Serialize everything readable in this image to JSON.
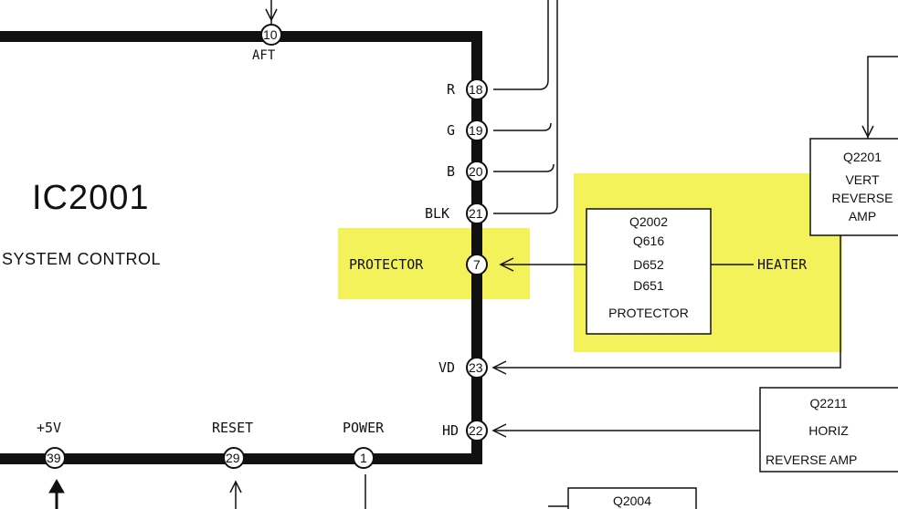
{
  "ic": {
    "title": "IC2001",
    "subtitle": "SYSTEM CONTROL"
  },
  "pins": [
    {
      "id": "aft",
      "number": "10",
      "label": "AFT"
    },
    {
      "id": "r",
      "number": "18",
      "label": "R"
    },
    {
      "id": "g",
      "number": "19",
      "label": "G"
    },
    {
      "id": "b",
      "number": "20",
      "label": "B"
    },
    {
      "id": "blk",
      "number": "21",
      "label": "BLK"
    },
    {
      "id": "protector",
      "number": "7",
      "label": "PROTECTOR"
    },
    {
      "id": "vd",
      "number": "23",
      "label": "VD"
    },
    {
      "id": "hd",
      "number": "22",
      "label": "HD"
    },
    {
      "id": "plus5v",
      "number": "39",
      "label": "+5V"
    },
    {
      "id": "reset",
      "number": "29",
      "label": "RESET"
    },
    {
      "id": "power",
      "number": "1",
      "label": "POWER"
    }
  ],
  "protector_box": {
    "lines": [
      "Q2002",
      "Q616",
      "D652",
      "D651",
      "PROTECTOR"
    ]
  },
  "heater_label": "HEATER",
  "vert_box": {
    "lines": [
      "Q2201",
      "VERT",
      "REVERSE",
      "AMP"
    ]
  },
  "horiz_box": {
    "lines": [
      "Q2211",
      "HORIZ",
      "REVERSE AMP"
    ]
  },
  "bottom_box": {
    "lines": [
      "Q2004"
    ]
  },
  "colors": {
    "highlight": "#f4f25a",
    "ink": "#111111"
  }
}
